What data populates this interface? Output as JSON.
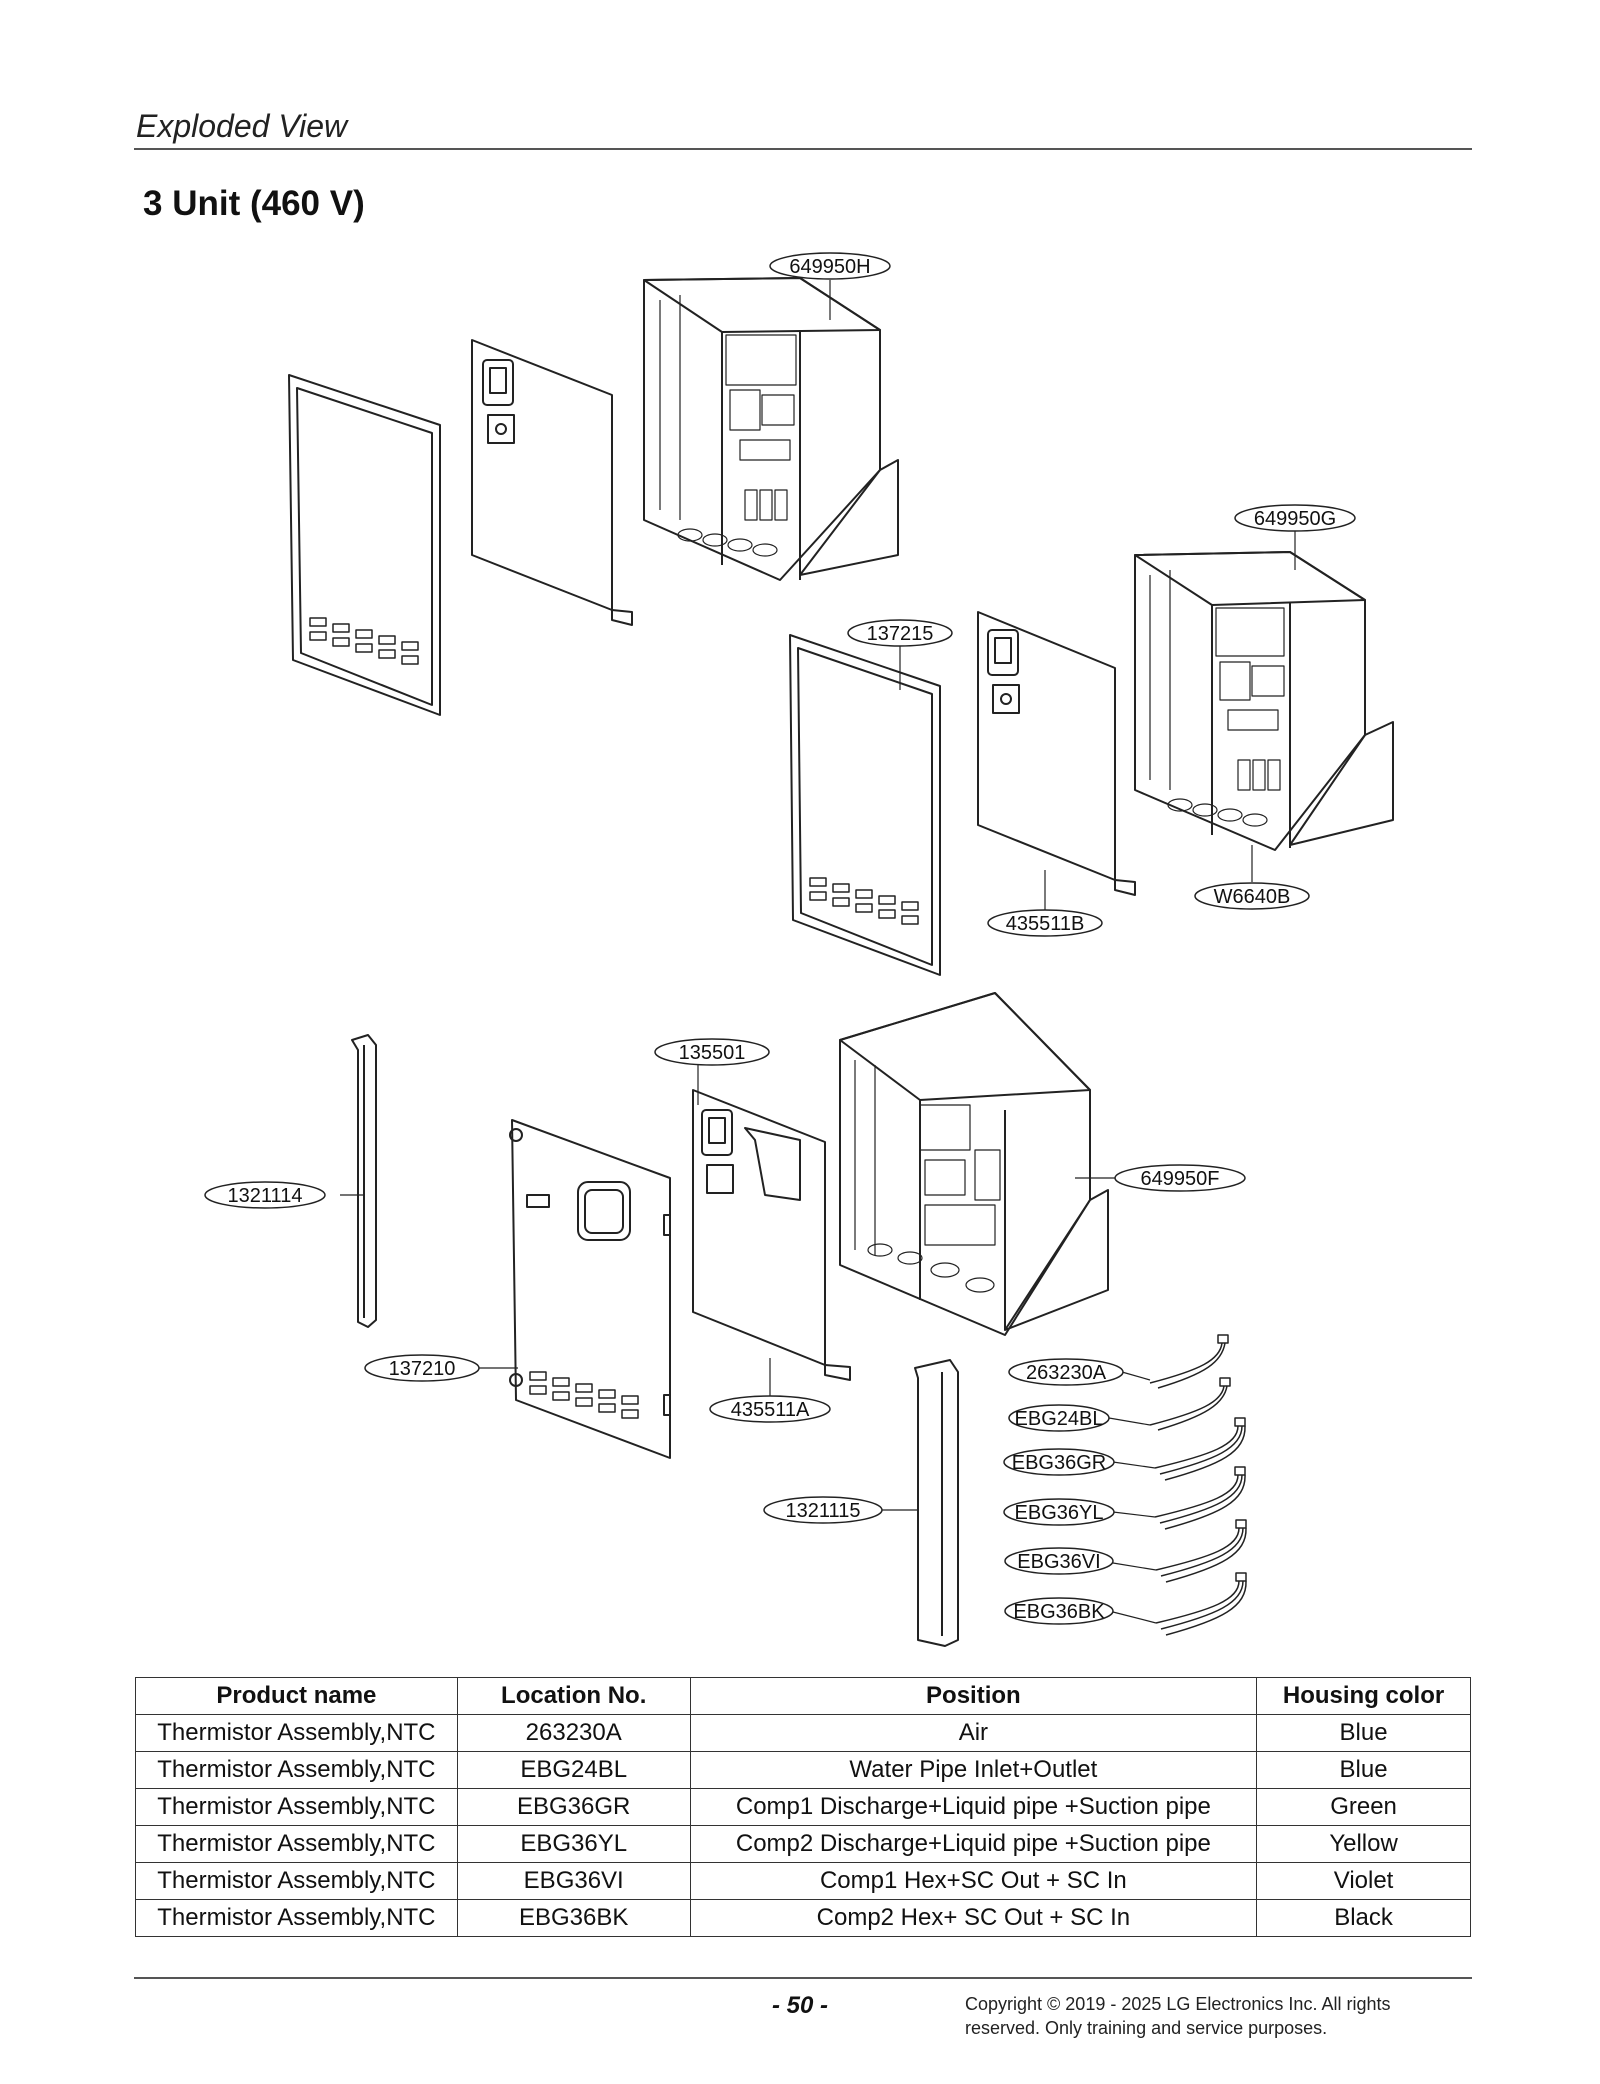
{
  "header": {
    "section": "Exploded View",
    "title": "3 Unit (460 V)"
  },
  "diagram": {
    "callouts": {
      "c649950H": "649950H",
      "c649950G": "649950G",
      "c137215": "137215",
      "cW6640B": "W6640B",
      "c435511B": "435511B",
      "c135501": "135501",
      "c1321114": "1321114",
      "c649950F": "649950F",
      "c137210": "137210",
      "c435511A": "435511A",
      "c263230A": "263230A",
      "cEBG24BL": "EBG24BL",
      "cEBG36GR": "EBG36GR",
      "c1321115": "1321115",
      "cEBG36YL": "EBG36YL",
      "cEBG36VI": "EBG36VI",
      "cEBG36BK": "EBG36BK"
    }
  },
  "table": {
    "headers": [
      "Product name",
      "Location No.",
      "Position",
      "Housing color"
    ],
    "rows": [
      [
        "Thermistor Assembly,NTC",
        "263230A",
        "Air",
        "Blue"
      ],
      [
        "Thermistor Assembly,NTC",
        "EBG24BL",
        "Water Pipe Inlet+Outlet",
        "Blue"
      ],
      [
        "Thermistor Assembly,NTC",
        "EBG36GR",
        "Comp1 Discharge+Liquid pipe +Suction pipe",
        "Green"
      ],
      [
        "Thermistor Assembly,NTC",
        "EBG36YL",
        "Comp2 Discharge+Liquid pipe +Suction pipe",
        "Yellow"
      ],
      [
        "Thermistor Assembly,NTC",
        "EBG36VI",
        "Comp1 Hex+SC Out + SC In",
        "Violet"
      ],
      [
        "Thermistor Assembly,NTC",
        "EBG36BK",
        "Comp2 Hex+ SC Out + SC In",
        "Black"
      ]
    ]
  },
  "footer": {
    "page_number": "- 50 -",
    "copyright_line1": "Copyright © 2019 - 2025 LG Electronics Inc. All rights",
    "copyright_line2": "reserved. Only training and service purposes."
  }
}
